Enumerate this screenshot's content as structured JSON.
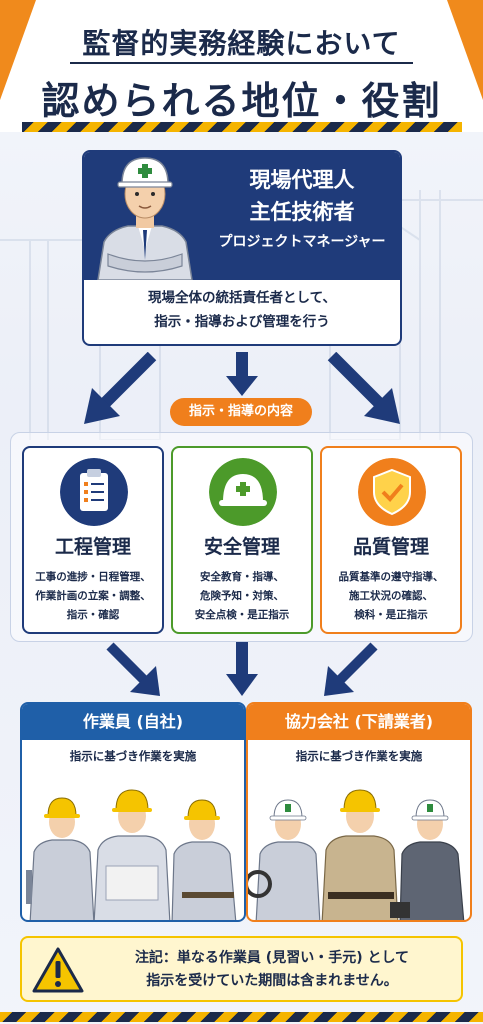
{
  "header": {
    "title_line1": "監督的実務経験において",
    "title_line2": "認められる地位・役割"
  },
  "manager": {
    "role1": "現場代理人",
    "role2": "主任技術者",
    "role3": "プロジェクトマネージャー",
    "desc_line1": "現場全体の統括責任者として、",
    "desc_line2": "指示・指導および管理を行う"
  },
  "instruction_pill": "指示・指導の内容",
  "management": [
    {
      "title": "工程管理",
      "desc_line1": "工事の進捗・日程管理、",
      "desc_line2": "作業計画の立案・調整、",
      "desc_line3": "指示・確認",
      "icon": "clipboard-icon",
      "color": "#1f3b7a"
    },
    {
      "title": "安全管理",
      "desc_line1": "安全教育・指導、",
      "desc_line2": "危険予知・対策、",
      "desc_line3": "安全点検・是正指示",
      "icon": "safety-helmet-icon",
      "color": "#4c9a2a"
    },
    {
      "title": "品質管理",
      "desc_line1": "品質基準の遵守指導、",
      "desc_line2": "施工状況の確認、",
      "desc_line3": "検科・是正指示",
      "icon": "shield-check-icon",
      "color": "#f07f1c"
    }
  ],
  "workers": [
    {
      "title": "作業員 (自社)",
      "desc": "指示に基づき作業を実施",
      "color": "#1f5fa8"
    },
    {
      "title": "協力会社 (下請業者)",
      "desc": "指示に基づき作業を実施",
      "color": "#f07f1c"
    }
  ],
  "note": {
    "line1": "注記：単なる作業員 (見習い・手元) として",
    "line2": "指示を受けていた期間は含まれません。",
    "icon": "warning-icon"
  }
}
